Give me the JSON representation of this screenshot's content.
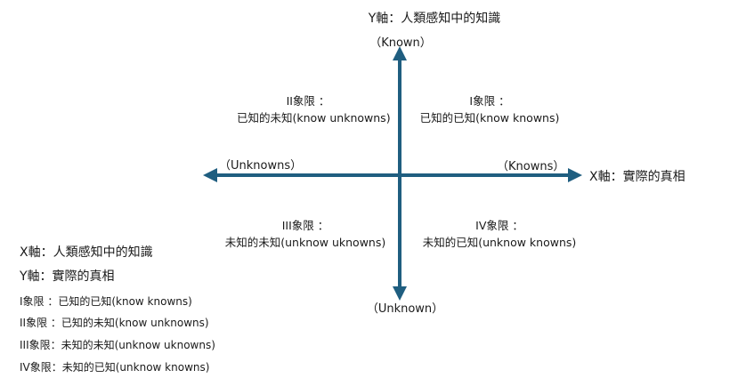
{
  "axes": {
    "y_title": "Y軸：人類感知中的知識",
    "y_top": "（Known）",
    "y_bottom": "（Unknown）",
    "x_title": "X軸：實際的真相",
    "x_left": "（Unknowns）",
    "x_right": "（Knowns）",
    "color": "#1f5e80"
  },
  "quadrants": {
    "q1": {
      "title": "I象限 ：",
      "text": "已知的已知(know knowns)"
    },
    "q2": {
      "title": "II象限 ：",
      "text": "已知的未知(know unknowns)"
    },
    "q3": {
      "title": "III象限 ：",
      "text": "未知的未知(unknow uknowns)"
    },
    "q4": {
      "title": "IV象限 ：",
      "text": "未知的已知(unknow knowns)"
    }
  },
  "legend": [
    "X軸：人類感知中的知識",
    "Y軸：實際的真相",
    "I象限 ：已知的已知(know knowns)",
    "II象限 ：已知的未知(know unknowns)",
    "III象限：未知的未知(unknow uknowns)",
    "IV象限：未知的已知(unknow knowns)"
  ]
}
